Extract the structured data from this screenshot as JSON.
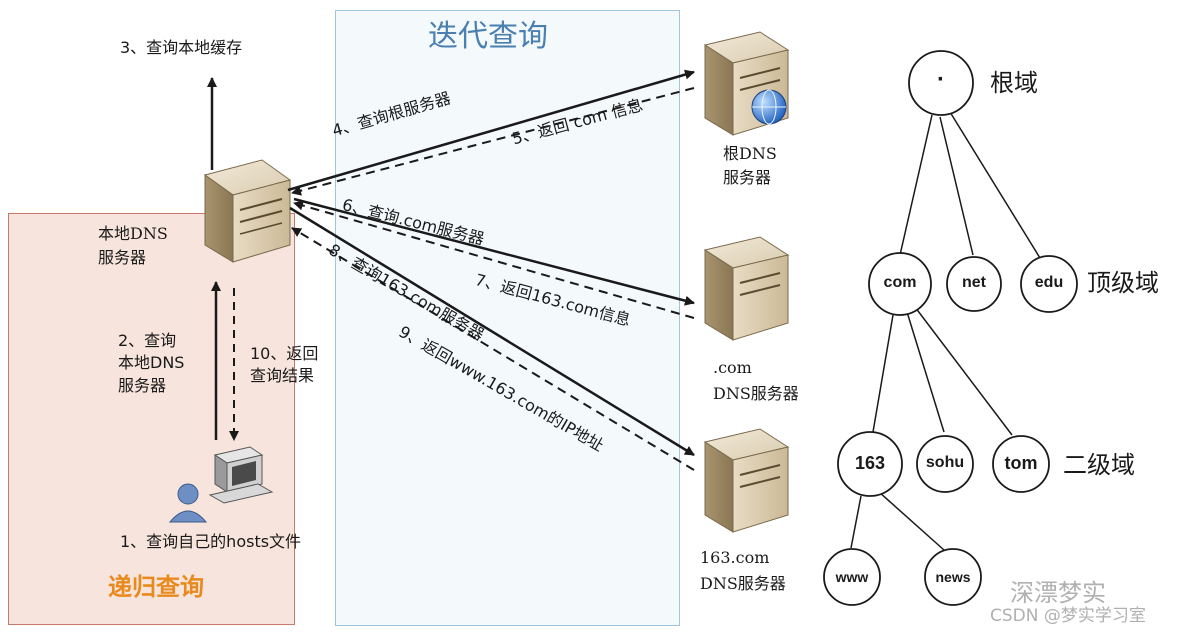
{
  "regions": {
    "iterative_title": "迭代查询",
    "recursive_title": "递归查询"
  },
  "servers": {
    "local": "本地DNS\n服务器",
    "root": "根DNS\n服务器",
    "com": ".com\nDNS服务器",
    "s163": "163.com\nDNS服务器"
  },
  "steps": {
    "s1": "1、查询自己的hosts文件",
    "s2": "2、查询\n本地DNS\n服务器",
    "s3": "3、查询本地缓存",
    "s4": "4、查询根服务器",
    "s5": "5、返回 com 信息",
    "s6": "6、查询.com服务器",
    "s7": "7、返回163.com信息",
    "s8": "8、查询163.com服务器",
    "s9": "9、返回www.163.com的IP地址",
    "s10": "10、返回\n查询结果"
  },
  "tree": {
    "root_node": "·",
    "tld_nodes": [
      "com",
      "net",
      "edu"
    ],
    "sld_nodes": [
      "163",
      "sohu",
      "tom"
    ],
    "third_nodes": [
      "www",
      "news"
    ],
    "level_labels": {
      "root": "根域",
      "tld": "顶级域",
      "sld": "二级域"
    }
  },
  "watermark": {
    "line1": "深漂梦实",
    "line2": "CSDN @梦实学习室"
  }
}
